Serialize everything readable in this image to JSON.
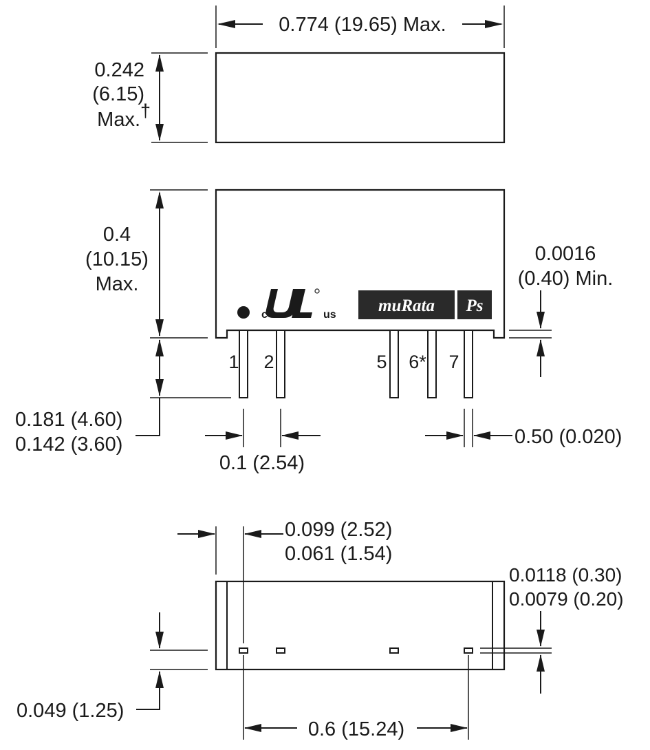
{
  "top_view": {
    "length_dim": "0.774 (19.65) Max.",
    "height_dim_line1": "0.242",
    "height_dim_line2": "(6.15)",
    "height_dim_line3": "Max.",
    "height_dim_mark": "†"
  },
  "side_view": {
    "height_line1": "0.4",
    "height_line2": "(10.15)",
    "height_line3": "Max.",
    "standoff_line1": "0.0016",
    "standoff_line2": "(0.40) Min.",
    "pin_length_line1": "0.181 (4.60)",
    "pin_length_line2": "0.142 (3.60)",
    "pitch": "0.1 (2.54)",
    "pin_width": "0.50 (0.020)",
    "pins": [
      "1",
      "2",
      "5",
      "6*",
      "7"
    ],
    "cert_c": "c",
    "cert_us": "us",
    "brand": "muRata",
    "brand_suffix": "Ps"
  },
  "bottom_view": {
    "offset_line1": "0.099 (2.52)",
    "offset_line2": "0.061 (1.54)",
    "thickness_line1": "0.0118 (0.30)",
    "thickness_line2": "0.0079 (0.20)",
    "row_offset": "0.049 (1.25)",
    "span": "0.6 (15.24)"
  }
}
